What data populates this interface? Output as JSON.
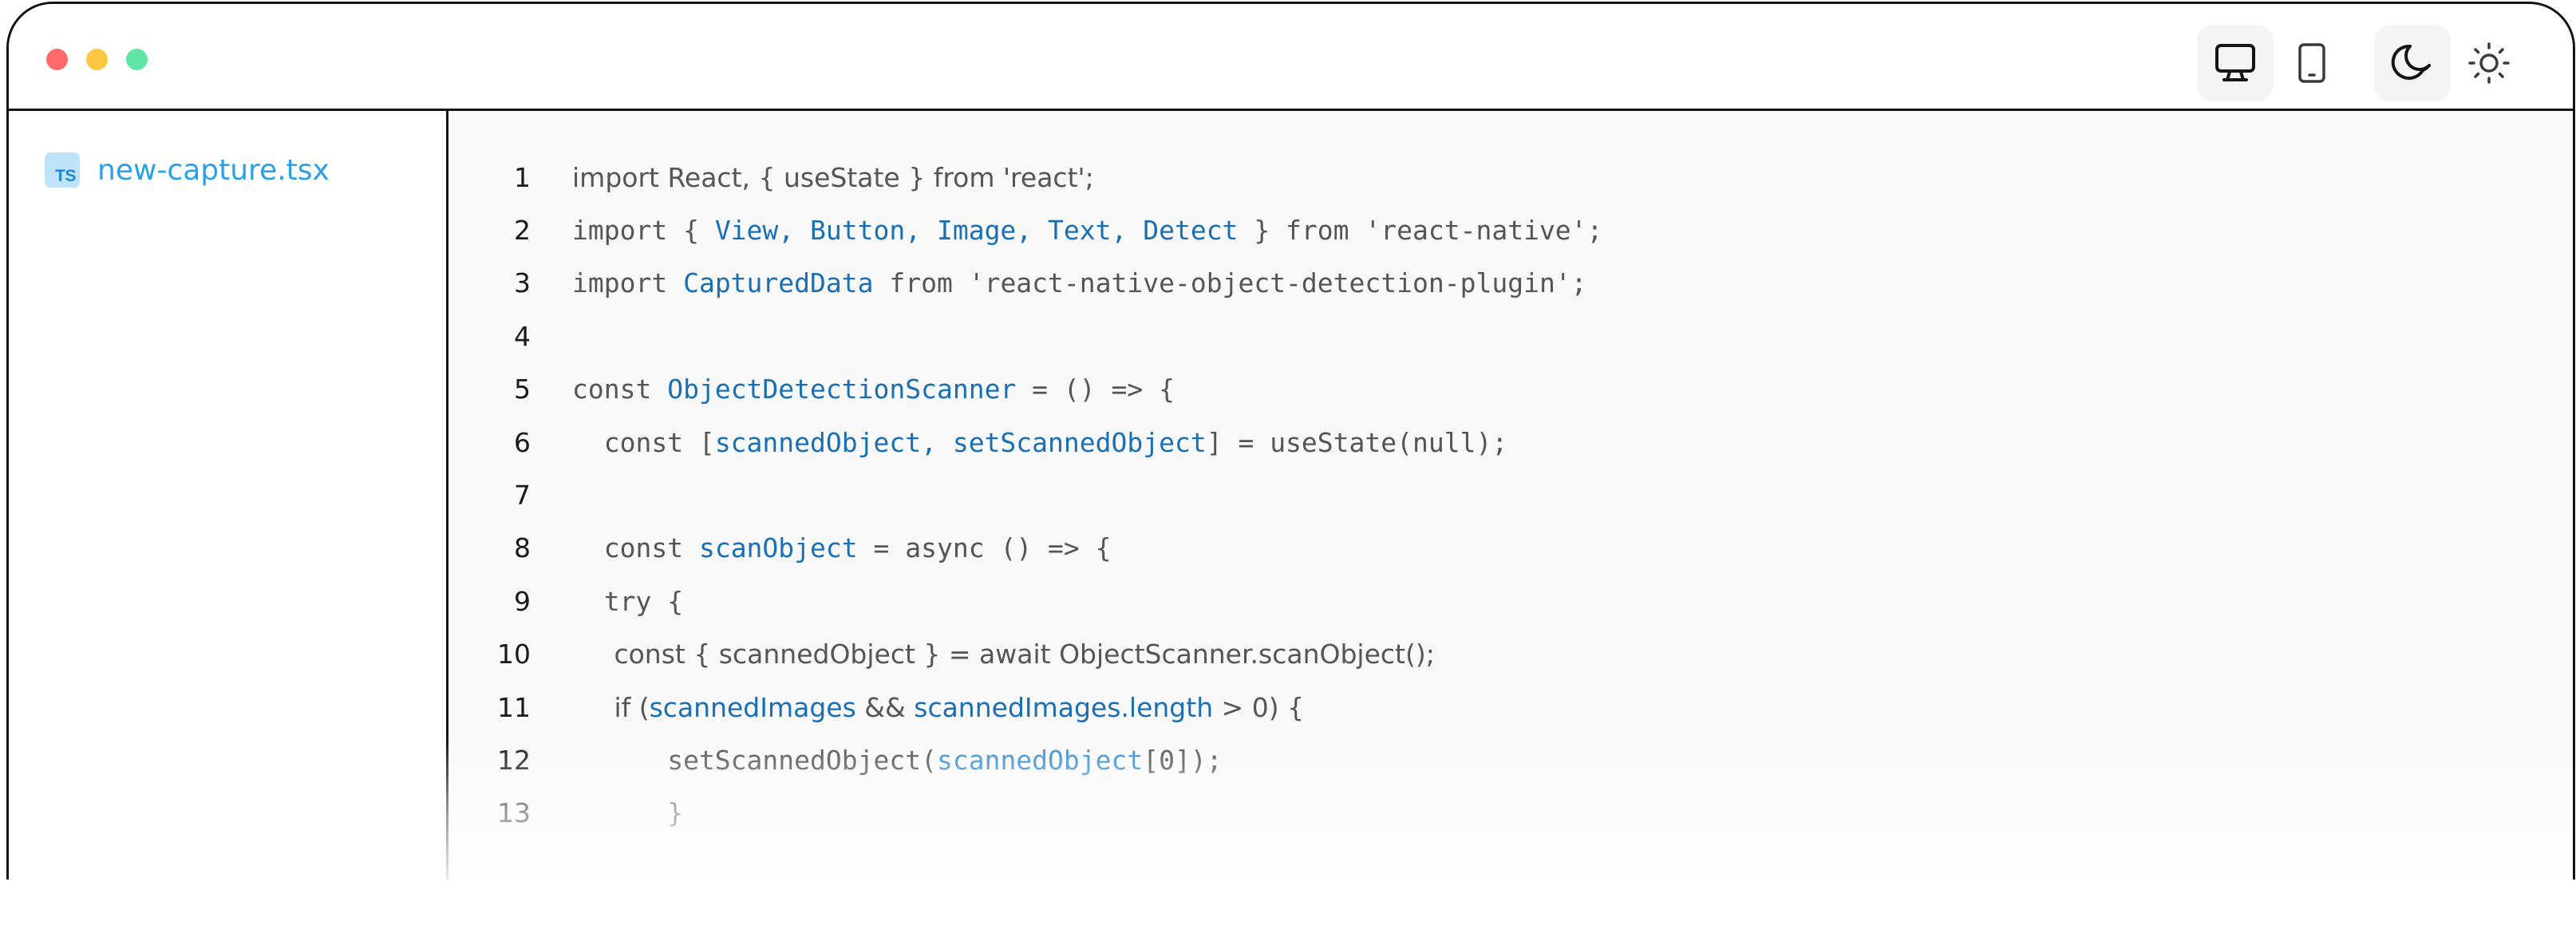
{
  "window": {
    "controls": [
      {
        "name": "close",
        "color": "#ff6b6b"
      },
      {
        "name": "minimize",
        "color": "#ffc642"
      },
      {
        "name": "maximize",
        "color": "#5fe6a6"
      }
    ],
    "toggles": {
      "device": {
        "active": "desktop",
        "options": [
          "desktop-icon",
          "mobile-icon"
        ]
      },
      "theme": {
        "active": "dark",
        "options": [
          "moon-icon",
          "sun-icon"
        ]
      }
    }
  },
  "sidebar": {
    "files": [
      {
        "badge": "TS",
        "name": "new-capture.tsx",
        "color": "#2aa0e6"
      }
    ]
  },
  "editor": {
    "lines": [
      {
        "n": "1",
        "segs": [
          {
            "t": "import React, { useState } from 'react';",
            "c": ""
          }
        ]
      },
      {
        "n": "2",
        "segs": [
          {
            "t": "import { ",
            "c": ""
          },
          {
            "t": "View, Button, Image, Text, Detect",
            "c": "hl"
          },
          {
            "t": " } from 'react-native';",
            "c": ""
          }
        ]
      },
      {
        "n": "3",
        "segs": [
          {
            "t": "import ",
            "c": ""
          },
          {
            "t": "CapturedData",
            "c": "hl"
          },
          {
            "t": " from 'react-native-object-detection-plugin';",
            "c": ""
          }
        ]
      },
      {
        "n": "4",
        "segs": [
          {
            "t": "",
            "c": ""
          }
        ]
      },
      {
        "n": "5",
        "segs": [
          {
            "t": "const ",
            "c": ""
          },
          {
            "t": "ObjectDetectionScanner",
            "c": "hl"
          },
          {
            "t": " = () => {",
            "c": ""
          }
        ]
      },
      {
        "n": "6",
        "segs": [
          {
            "t": "  const [",
            "c": ""
          },
          {
            "t": "scannedObject, setScannedObject",
            "c": "hl"
          },
          {
            "t": "] = useState(null);",
            "c": ""
          }
        ]
      },
      {
        "n": "7",
        "segs": [
          {
            "t": "",
            "c": ""
          }
        ]
      },
      {
        "n": "8",
        "segs": [
          {
            "t": "  const ",
            "c": ""
          },
          {
            "t": "scanObject",
            "c": "hl"
          },
          {
            "t": " = async () => {",
            "c": ""
          }
        ]
      },
      {
        "n": "9",
        "segs": [
          {
            "t": "  try {",
            "c": ""
          }
        ]
      },
      {
        "n": "10",
        "segs": [
          {
            "t": "     const { scannedObject } = await ObjectScanner.scanObject();",
            "c": ""
          }
        ]
      },
      {
        "n": "11",
        "segs": [
          {
            "t": "     if (",
            "c": ""
          },
          {
            "t": "scannedImages",
            "c": "hl"
          },
          {
            "t": " && ",
            "c": ""
          },
          {
            "t": "scannedImages.length",
            "c": "hl"
          },
          {
            "t": " > 0) {",
            "c": ""
          }
        ]
      },
      {
        "n": "12",
        "segs": [
          {
            "t": "      setScannedObject(",
            "c": ""
          },
          {
            "t": "scannedObject",
            "c": "hl-light"
          },
          {
            "t": "[0]);",
            "c": ""
          }
        ]
      },
      {
        "n": "13",
        "segs": [
          {
            "t": "      }",
            "c": ""
          }
        ]
      }
    ]
  }
}
